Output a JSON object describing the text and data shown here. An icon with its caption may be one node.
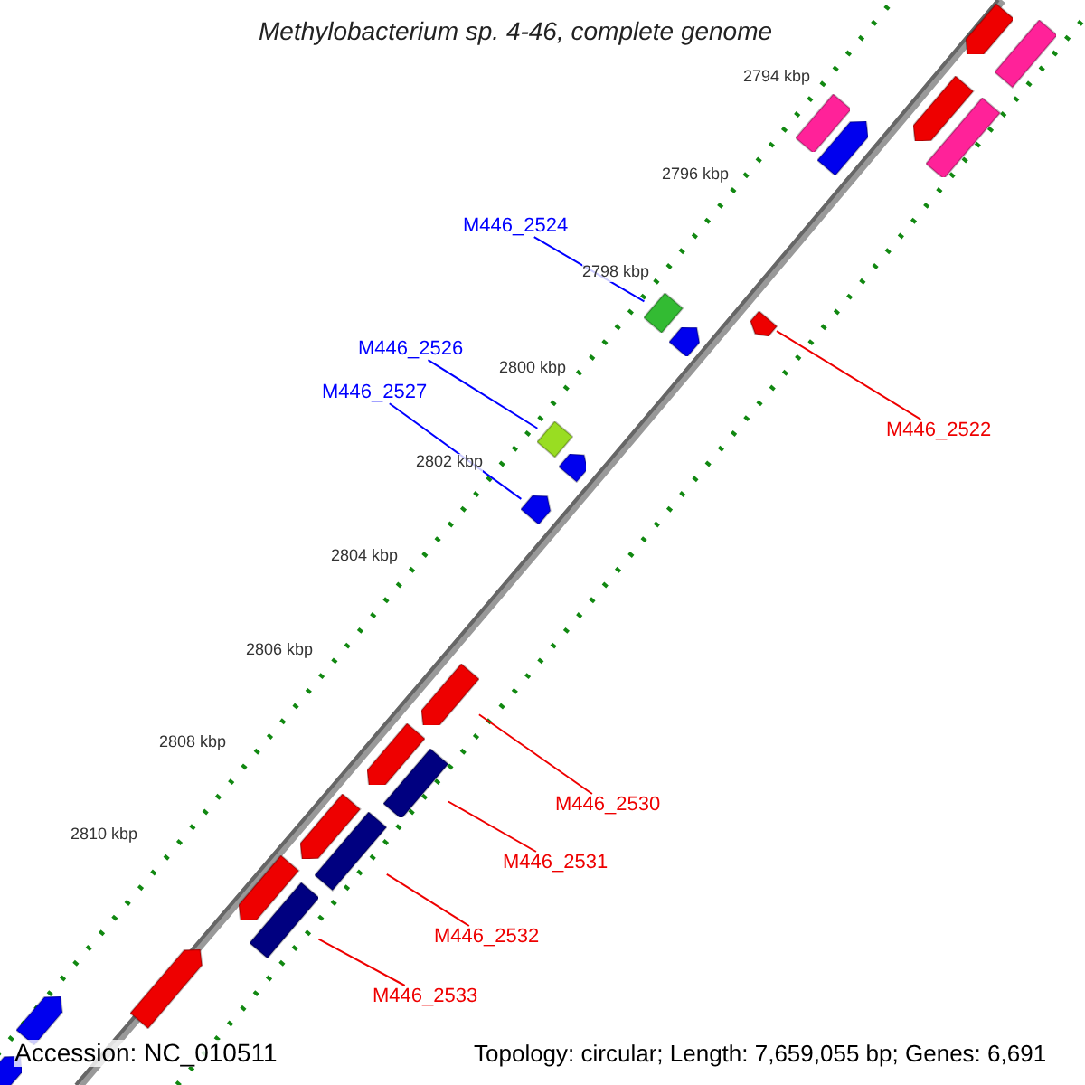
{
  "diagram": {
    "title": "Methylobacterium sp. 4-46, complete genome",
    "nodes": [
      {
        "text": [
          "M446_2524"
        ]
      },
      {
        "text": [],
        "shape": "bar"
      },
      {
        "text": [
          "M446_2526"
        ]
      },
      {
        "text": [],
        "shape": "bar"
      },
      {
        "text": [
          "M446_2527"
        ]
      },
      {
        "text": [],
        "shape": "bar"
      },
      {
        "text": [
          "M446_2522"
        ]
      },
      {
        "text": [],
        "shape": "bar"
      },
      {
        "text": [
          "M446_2530"
        ]
      },
      {
        "text": [],
        "shape": "bar"
      },
      {
        "text": [
          "M446_2531"
        ]
      },
      {
        "text": [],
        "shape": "bar"
      },
      {
        "text": [
          "M446_2532"
        ]
      },
      {
        "text": [],
        "shape": "bar"
      },
      {
        "text": [
          "M446_2533"
        ]
      },
      {
        "text": [],
        "shape": "bar"
      },
      {
        "text": [],
        "shape": "bar"
      },
      {
        "text": [],
        "shape": "bar"
      },
      {
        "text": [],
        "shape": "bar"
      },
      {
        "text": [],
        "shape": "bar"
      },
      {
        "text": [],
        "shape": "bar"
      },
      {
        "text": [],
        "shape": "bar"
      },
      {
        "text": [],
        "shape": "bar"
      },
      {
        "text": [],
        "shape": "bar"
      },
      {
        "text": [],
        "shape": "bar"
      },
      {
        "text": [],
        "shape": "bar"
      },
      {
        "text": [],
        "shape": "bar"
      },
      {
        "text": [],
        "shape": "bar"
      },
      {
        "text": [],
        "shape": "bar"
      },
      {
        "text": [],
        "shape": "bar"
      }
    ],
    "edges": [
      {
        "from": 0,
        "to": 1,
        "arrow": "none",
        "color": "#0000ff"
      },
      {
        "from": 2,
        "to": 3,
        "arrow": "none",
        "color": "#0000ff"
      },
      {
        "from": 4,
        "to": 5,
        "arrow": "none",
        "color": "#0000ff"
      },
      {
        "from": 6,
        "to": 7,
        "arrow": "none"
      },
      {
        "from": 8,
        "to": 9,
        "arrow": "none"
      },
      {
        "from": 10,
        "to": 11,
        "arrow": "none"
      },
      {
        "from": 12,
        "to": 13,
        "arrow": "none"
      },
      {
        "from": 14,
        "to": 15,
        "arrow": "none"
      }
    ],
    "labels": [
      "2794 kbp",
      "2796 kbp",
      "2798 kbp",
      "2800 kbp",
      "2802 kbp",
      "2804 kbp",
      "2806 kbp",
      "2808 kbp",
      "2810 kbp",
      "Accession: NC_010511",
      "Topology: circular; Length: 7,659,055 bp; Genes: 6,691"
    ]
  }
}
